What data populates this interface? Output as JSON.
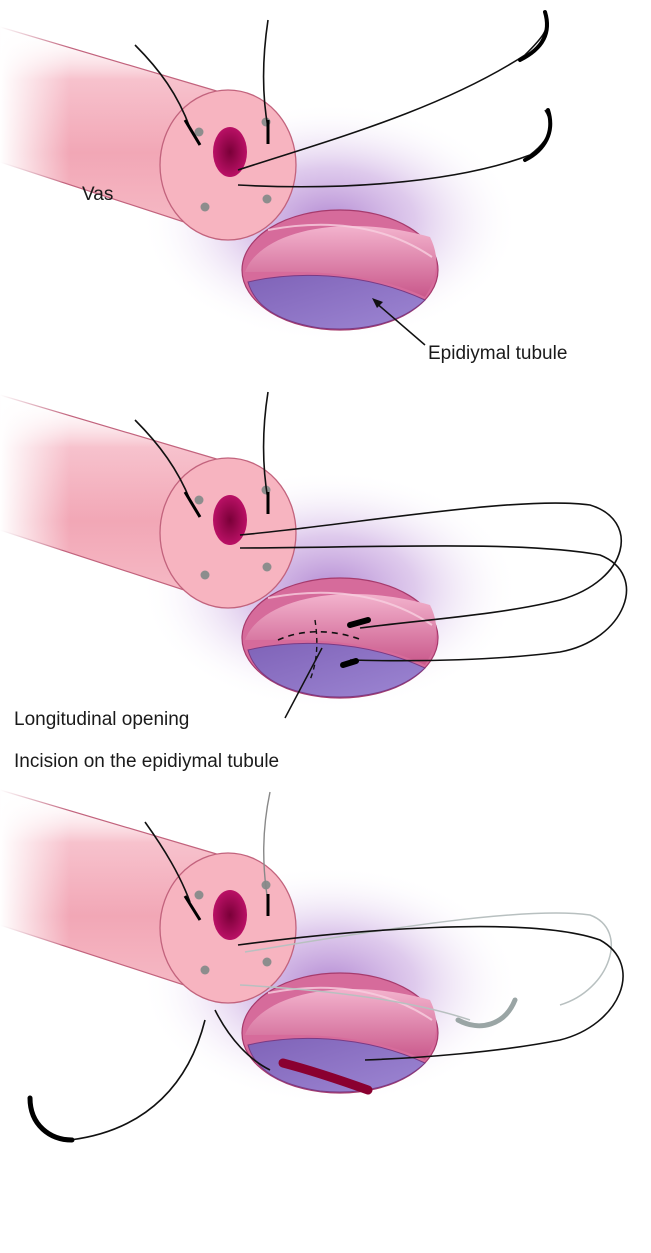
{
  "panels": [
    {
      "id": "top",
      "vas_label": "Vas",
      "tubule_label": "Epidiymal tubule"
    },
    {
      "id": "middle",
      "opening_label_line1": "Longitudinal opening",
      "opening_label_line2": "Incision on the epidiymal tubule"
    },
    {
      "id": "bottom"
    }
  ],
  "colors": {
    "vas_body": "#f2a9b8",
    "vas_end": "#f7b7c2",
    "lumen": "#b4005a",
    "tubule_outer": "#d96fa0",
    "tubule_inner": "#8b6bc0",
    "halo": "#a678c8",
    "suture": "#111111",
    "needle": "#000000",
    "pale_suture": "#a9b4b4"
  }
}
